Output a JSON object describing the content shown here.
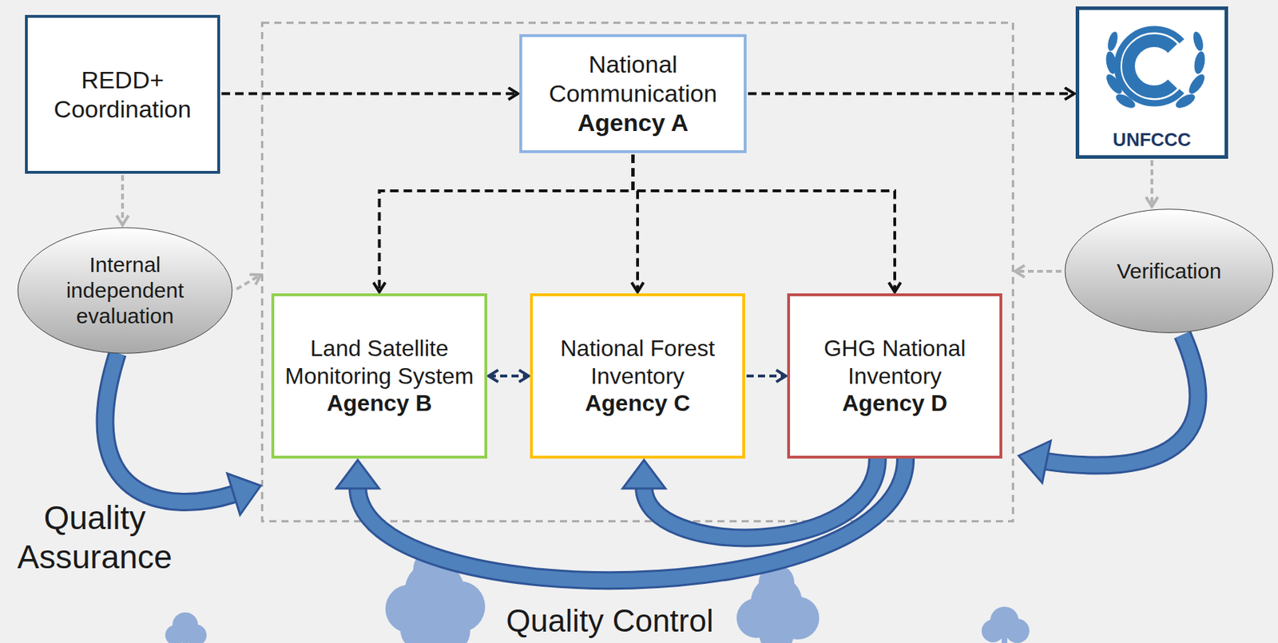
{
  "diagram": {
    "nodes": [
      {
        "text": [
          "REDD+ Coordination"
        ]
      },
      {
        "text": [
          "National Communication",
          "Agency A"
        ]
      },
      {
        "text": [
          "UNFCCC"
        ]
      },
      {
        "text": [
          "Internal independent evaluation"
        ]
      },
      {
        "text": [
          "Verification"
        ]
      },
      {
        "text": [
          "Land Satellite Monitoring System",
          "Agency B"
        ]
      },
      {
        "text": [
          "National Forest Inventory",
          "Agency C"
        ]
      },
      {
        "text": [
          "GHG National Inventory",
          "Agency D"
        ]
      }
    ],
    "edges": [
      {
        "from": 0,
        "to": 1,
        "arrow": "to"
      },
      {
        "from": 1,
        "to": 2,
        "arrow": "to"
      },
      {
        "from": 1,
        "to": 5,
        "arrow": "to"
      },
      {
        "from": 1,
        "to": 6,
        "arrow": "to"
      },
      {
        "from": 1,
        "to": 7,
        "arrow": "to"
      },
      {
        "from": 5,
        "to": 6,
        "arrow": "both"
      },
      {
        "from": 6,
        "to": 7,
        "arrow": "to"
      },
      {
        "from": 0,
        "to": 3,
        "arrow": "to"
      },
      {
        "from": 2,
        "to": 4,
        "arrow": "to"
      },
      {
        "from": 7,
        "to": 5,
        "arrow": "to"
      },
      {
        "from": 7,
        "to": 6,
        "arrow": "to"
      }
    ],
    "labels": [
      "Quality Assurance",
      "Quality Control"
    ]
  }
}
